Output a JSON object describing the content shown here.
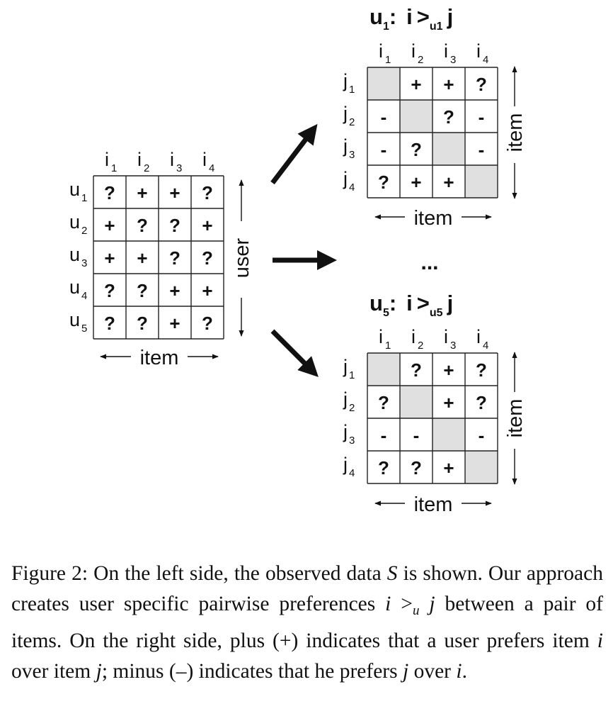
{
  "left_matrix": {
    "col_headers": [
      [
        "i",
        "1"
      ],
      [
        "i",
        "2"
      ],
      [
        "i",
        "3"
      ],
      [
        "i",
        "4"
      ]
    ],
    "row_headers": [
      [
        "u",
        "1"
      ],
      [
        "u",
        "2"
      ],
      [
        "u",
        "3"
      ],
      [
        "u",
        "4"
      ],
      [
        "u",
        "5"
      ]
    ],
    "cells": [
      [
        "?",
        "+",
        "+",
        "?"
      ],
      [
        "+",
        "?",
        "?",
        "+"
      ],
      [
        "+",
        "+",
        "?",
        "?"
      ],
      [
        "?",
        "?",
        "+",
        "+"
      ],
      [
        "?",
        "?",
        "+",
        "?"
      ]
    ],
    "vertical_axis_label": "user",
    "horizontal_axis_label": "item"
  },
  "right_top": {
    "title_user": "u",
    "title_user_sub": "1",
    "title_colon": ":",
    "title_i": "i",
    "title_gt": ">",
    "title_gt_sub": "u1",
    "title_j": "j",
    "col_headers": [
      [
        "i",
        "1"
      ],
      [
        "i",
        "2"
      ],
      [
        "i",
        "3"
      ],
      [
        "i",
        "4"
      ]
    ],
    "row_headers": [
      [
        "j",
        "1"
      ],
      [
        "j",
        "2"
      ],
      [
        "j",
        "3"
      ],
      [
        "j",
        "4"
      ]
    ],
    "cells": [
      [
        "",
        "+",
        "+",
        "?"
      ],
      [
        "-",
        "",
        "?",
        "-"
      ],
      [
        "-",
        "?",
        "",
        "-"
      ],
      [
        "?",
        "+",
        "+",
        ""
      ]
    ],
    "vertical_axis_label": "item",
    "horizontal_axis_label": "item"
  },
  "right_bottom": {
    "title_user": "u",
    "title_user_sub": "5",
    "title_colon": ":",
    "title_i": "i",
    "title_gt": ">",
    "title_gt_sub": "u5",
    "title_j": "j",
    "col_headers": [
      [
        "i",
        "1"
      ],
      [
        "i",
        "2"
      ],
      [
        "i",
        "3"
      ],
      [
        "i",
        "4"
      ]
    ],
    "row_headers": [
      [
        "j",
        "1"
      ],
      [
        "j",
        "2"
      ],
      [
        "j",
        "3"
      ],
      [
        "j",
        "4"
      ]
    ],
    "cells": [
      [
        "",
        "?",
        "+",
        "?"
      ],
      [
        "?",
        "",
        "+",
        "?"
      ],
      [
        "-",
        "-",
        "",
        "-"
      ],
      [
        "?",
        "?",
        "+",
        ""
      ]
    ],
    "vertical_axis_label": "item",
    "horizontal_axis_label": "item"
  },
  "ellipsis": "...",
  "colors": {
    "diagonal_fill": "#e0e0e0",
    "ink": "#111111"
  },
  "caption": {
    "p1": "Figure 2: On the left side, the observed data ",
    "var_S": "S",
    "p2": " is shown. Our approach creates user specific pairwise preferences ",
    "math_i": "i",
    "math_gt": " >",
    "math_u": "u",
    "math_j": " j",
    "p3": " between a pair of items. On the right side, plus (+) indicates that a user prefers item ",
    "math_i2": "i",
    "p4": " over item ",
    "math_j2": "j",
    "p5": "; minus (–) indicates that he prefers ",
    "math_j3": "j",
    "p6": " over ",
    "math_i3": "i",
    "p7": "."
  }
}
